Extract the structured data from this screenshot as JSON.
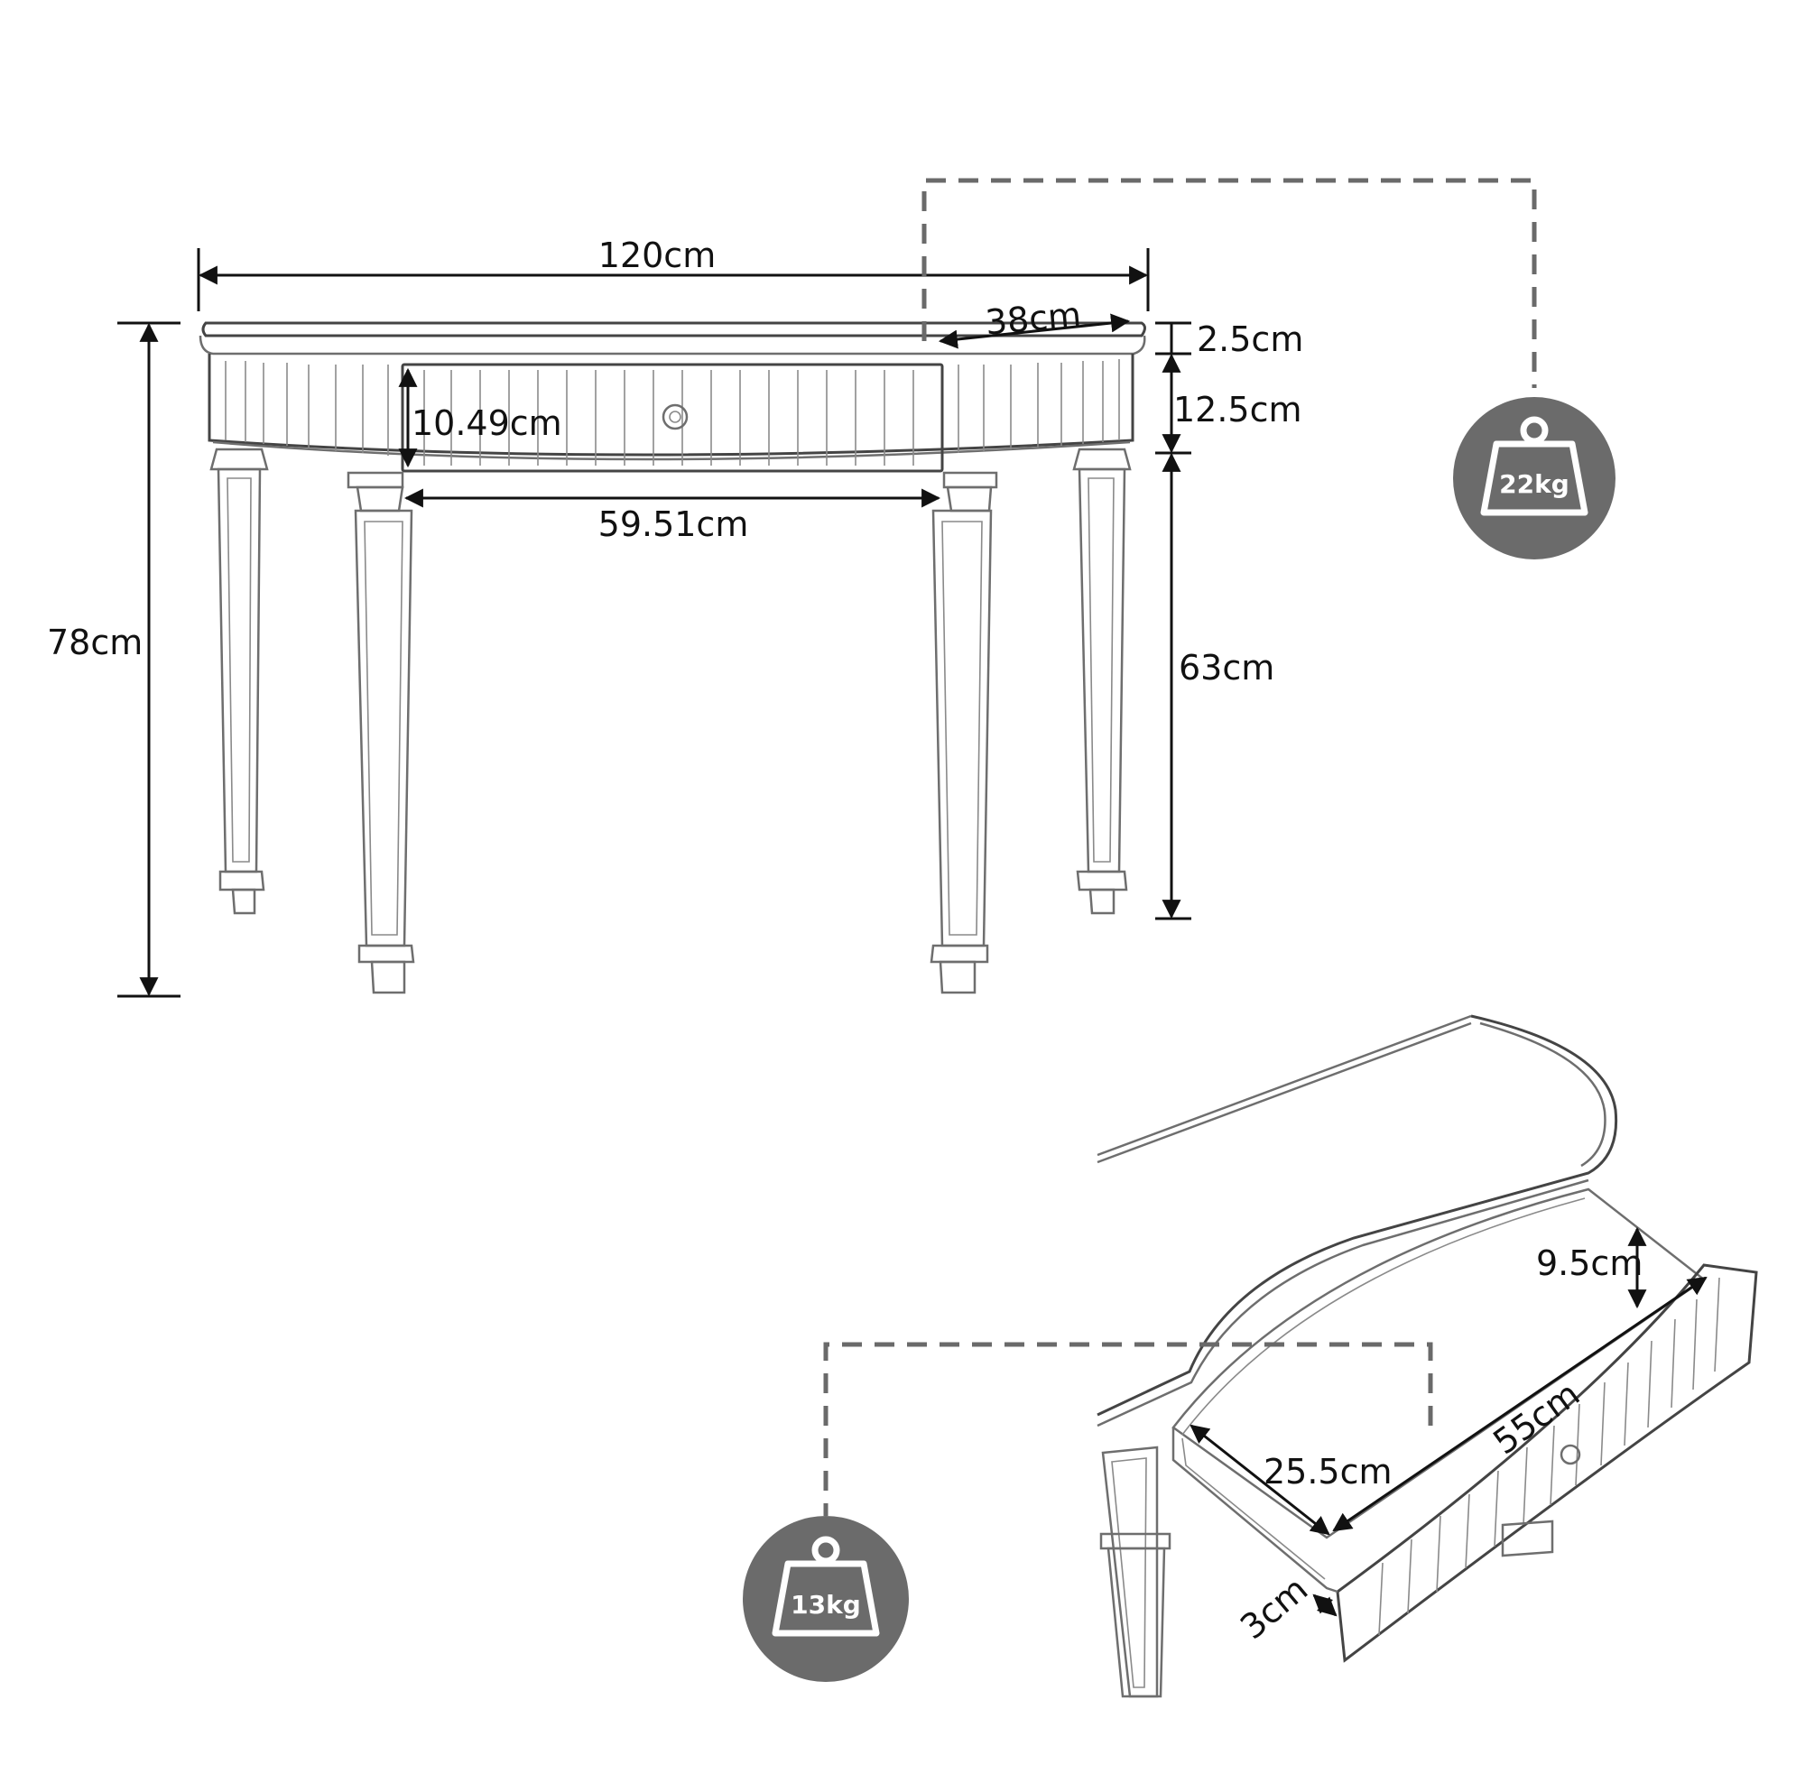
{
  "diagram": {
    "title": "",
    "table_dimensions": {
      "overall_width": "120cm",
      "top_depth": "38cm",
      "top_thickness": "2.5cm",
      "apron_height": "12.5cm",
      "drawer_front_height": "10.49cm",
      "drawer_width": "59.51cm",
      "overall_height": "78cm",
      "leg_height": "63cm"
    },
    "table_load": {
      "label": "22kg",
      "icon": "weight-icon"
    },
    "drawer_dimensions": {
      "interior_height": "9.5cm",
      "front_length": "55cm",
      "interior_depth": "25.5cm",
      "side_thickness": "3cm"
    },
    "drawer_load": {
      "label": "13kg",
      "icon": "weight-icon"
    },
    "colors": {
      "badge": "#6b6b6b",
      "line": "#6e6e6e",
      "dimension": "#111111"
    }
  }
}
